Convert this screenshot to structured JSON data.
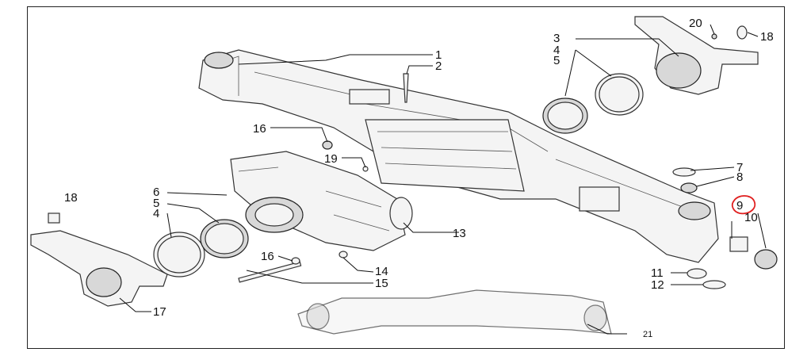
{
  "diagram": {
    "callouts": [
      {
        "id": "c1",
        "text": "1"
      },
      {
        "id": "c2",
        "text": "2"
      },
      {
        "id": "c3",
        "text": "3"
      },
      {
        "id": "c4a",
        "text": "4"
      },
      {
        "id": "c5a",
        "text": "5"
      },
      {
        "id": "c16a",
        "text": "16"
      },
      {
        "id": "c19",
        "text": "19"
      },
      {
        "id": "c20",
        "text": "20"
      },
      {
        "id": "c18a",
        "text": "18"
      },
      {
        "id": "c7",
        "text": "7"
      },
      {
        "id": "c8",
        "text": "8"
      },
      {
        "id": "c9",
        "text": "9"
      },
      {
        "id": "c10",
        "text": "10"
      },
      {
        "id": "c11",
        "text": "11"
      },
      {
        "id": "c12",
        "text": "12"
      },
      {
        "id": "c6",
        "text": "6"
      },
      {
        "id": "c5b",
        "text": "5"
      },
      {
        "id": "c4b",
        "text": "4"
      },
      {
        "id": "c18b",
        "text": "18"
      },
      {
        "id": "c13",
        "text": "13"
      },
      {
        "id": "c16b",
        "text": "16"
      },
      {
        "id": "c14",
        "text": "14"
      },
      {
        "id": "c15",
        "text": "15"
      },
      {
        "id": "c17",
        "text": "17"
      },
      {
        "id": "c21",
        "text": "21"
      }
    ],
    "highlight_color": "#e02020",
    "highlighted_callout": "9"
  }
}
